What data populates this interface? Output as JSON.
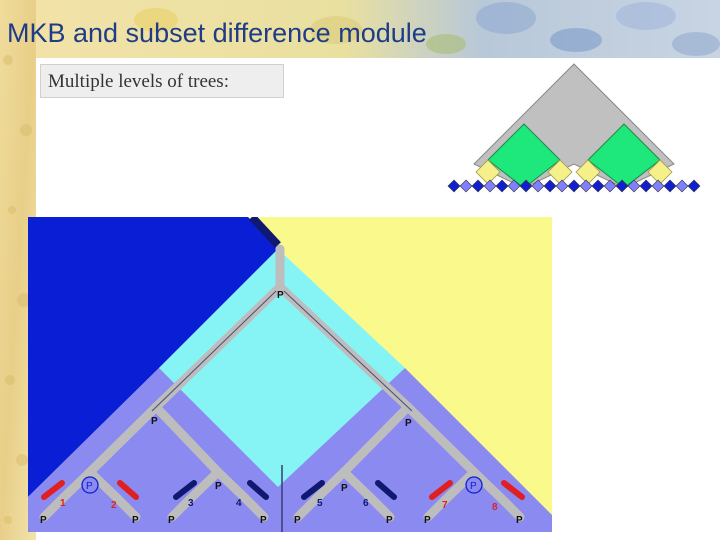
{
  "slide": {
    "title": "MKB and subset difference module",
    "subtitle": "Multiple levels of trees:"
  },
  "diagram": {
    "node_label": "P",
    "leaf_numbers": [
      "1",
      "2",
      "3",
      "4",
      "5",
      "6",
      "7",
      "8"
    ],
    "leaf_colors": [
      "#e02020",
      "#e02020",
      "#101870",
      "#101870",
      "#101870",
      "#101870",
      "#e02020",
      "#e02020"
    ],
    "colors": {
      "title": "#1f3c86",
      "region_blue": "#0a1ed6",
      "region_yellow": "#fafa8c",
      "region_cyan": "#86f4f4",
      "region_lavender": "#8a8af0",
      "edge_gray": "#bdbdbd",
      "thumb_gray": "#c0c0c0",
      "thumb_green": "#1ee87c"
    }
  }
}
